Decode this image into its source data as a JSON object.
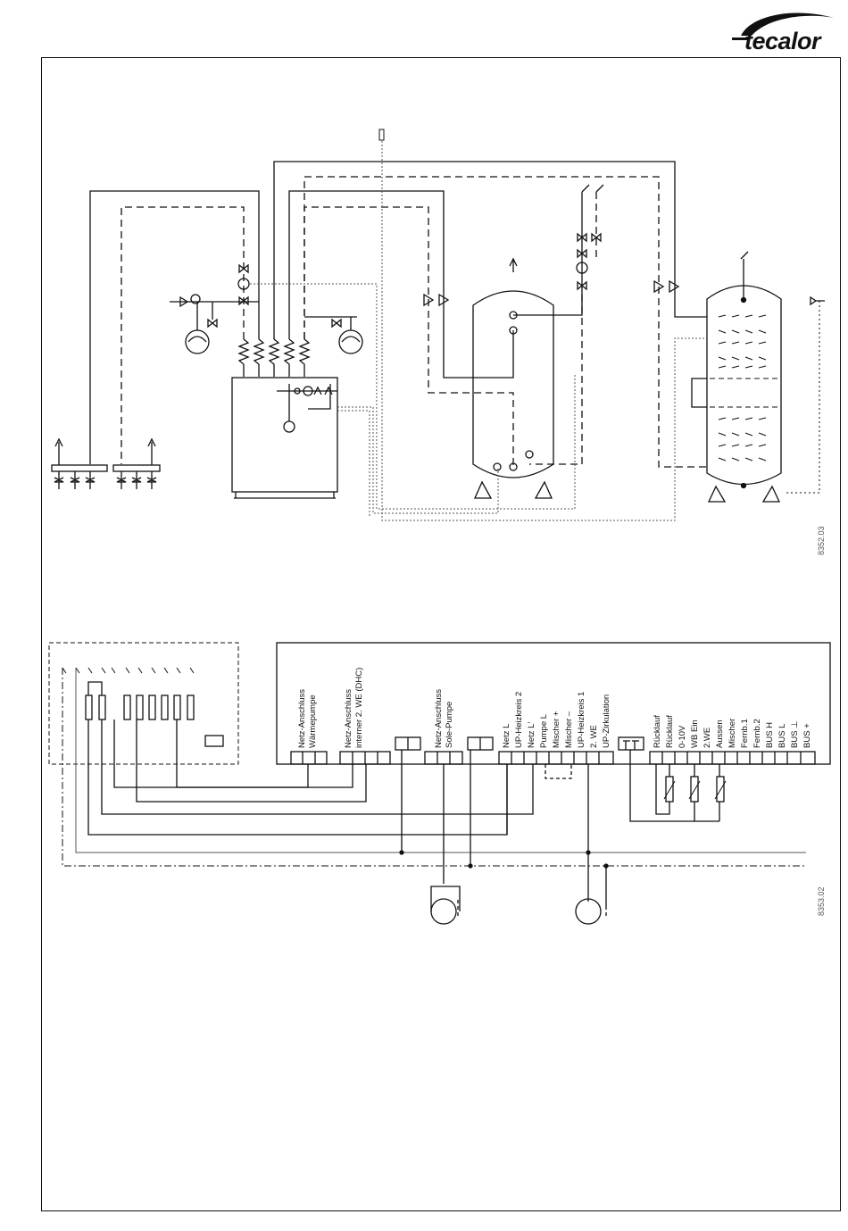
{
  "brand": {
    "logo_text": "tecalor"
  },
  "drawing_codes": {
    "hydraulic": "8352.03",
    "electrical": "8353.02"
  },
  "terminal_groups": {
    "power_heat_pump": [
      "Netz-Anschluss",
      "Wärmepumpe"
    ],
    "power_dhc": [
      "Netz-Anschluss",
      "interner 2. WE (DHC)"
    ],
    "power_brine_pump": [
      "Netz-Anschluss",
      "Sole-Pumpe"
    ],
    "outputs": [
      "Netz L",
      "UP-Heizkreis 2",
      "Netz L'",
      "Pumpe L",
      "Mischer +",
      "Mischer –",
      "UP-Heizkreis 1",
      "2. WE",
      "UP-Zirkulation"
    ],
    "sensors": [
      "Rücklauf",
      "Rücklauf",
      "0-10V",
      "WB Ein",
      "2.WE",
      "Aussen",
      "Mischer",
      "Fernb.1",
      "Fernb.2",
      "BUS H",
      "BUS L",
      "BUS ⊥",
      "BUS +"
    ]
  },
  "colors": {
    "line": "#111111",
    "dotted": "#555555",
    "brand": "#111111"
  }
}
